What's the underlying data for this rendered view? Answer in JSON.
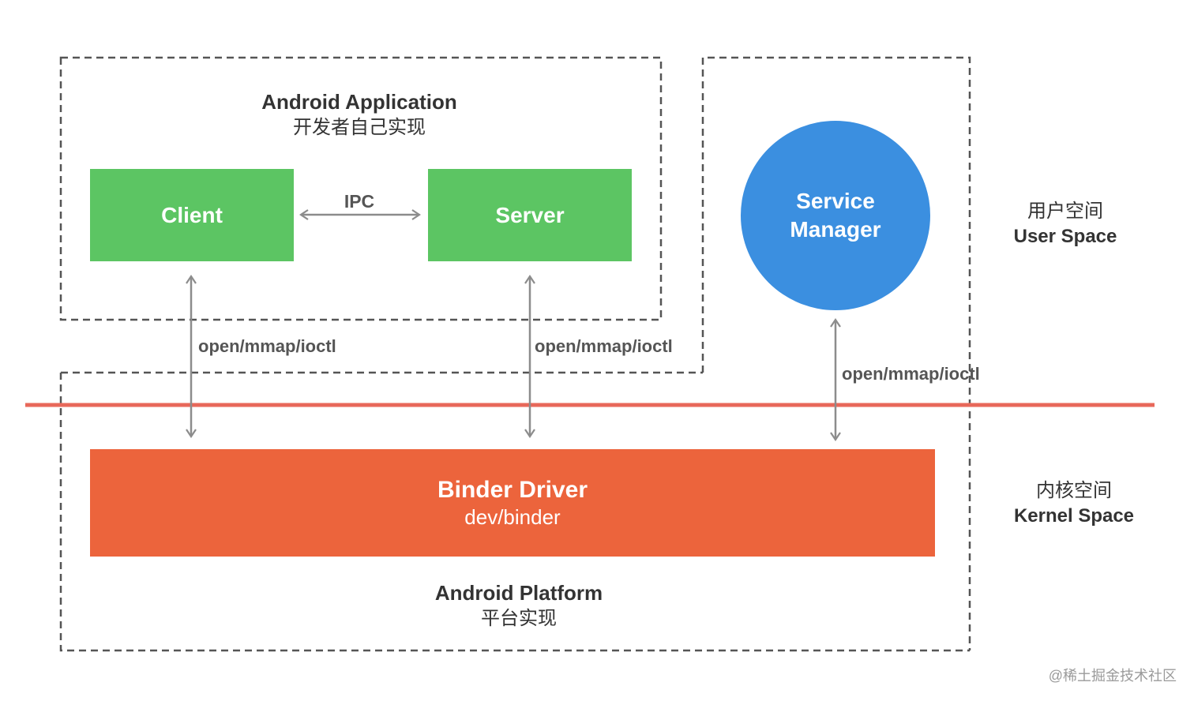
{
  "app_group": {
    "title": "Android Application",
    "subtitle": "开发者自己实现"
  },
  "platform_group": {
    "title": "Android Platform",
    "subtitle": "平台实现"
  },
  "client": {
    "label": "Client"
  },
  "server": {
    "label": "Server"
  },
  "ipc": {
    "label": "IPC"
  },
  "service_manager": {
    "line1": "Service",
    "line2": "Manager"
  },
  "binder_driver": {
    "title": "Binder Driver",
    "subtitle": "dev/binder"
  },
  "edges": {
    "client_driver": "open/mmap/ioctl",
    "server_driver": "open/mmap/ioctl",
    "sm_driver": "open/mmap/ioctl"
  },
  "user_space": {
    "cn": "用户空间",
    "en": "User Space"
  },
  "kernel_space": {
    "cn": "内核空间",
    "en": "Kernel Space"
  },
  "watermark": "@稀土掘金技术社区",
  "colors": {
    "green": "#5CC563",
    "blue": "#3B8FE0",
    "orange": "#EC643C",
    "divider": "#E8685A",
    "arrow": "#8c8c8c",
    "dash": "#555555"
  }
}
